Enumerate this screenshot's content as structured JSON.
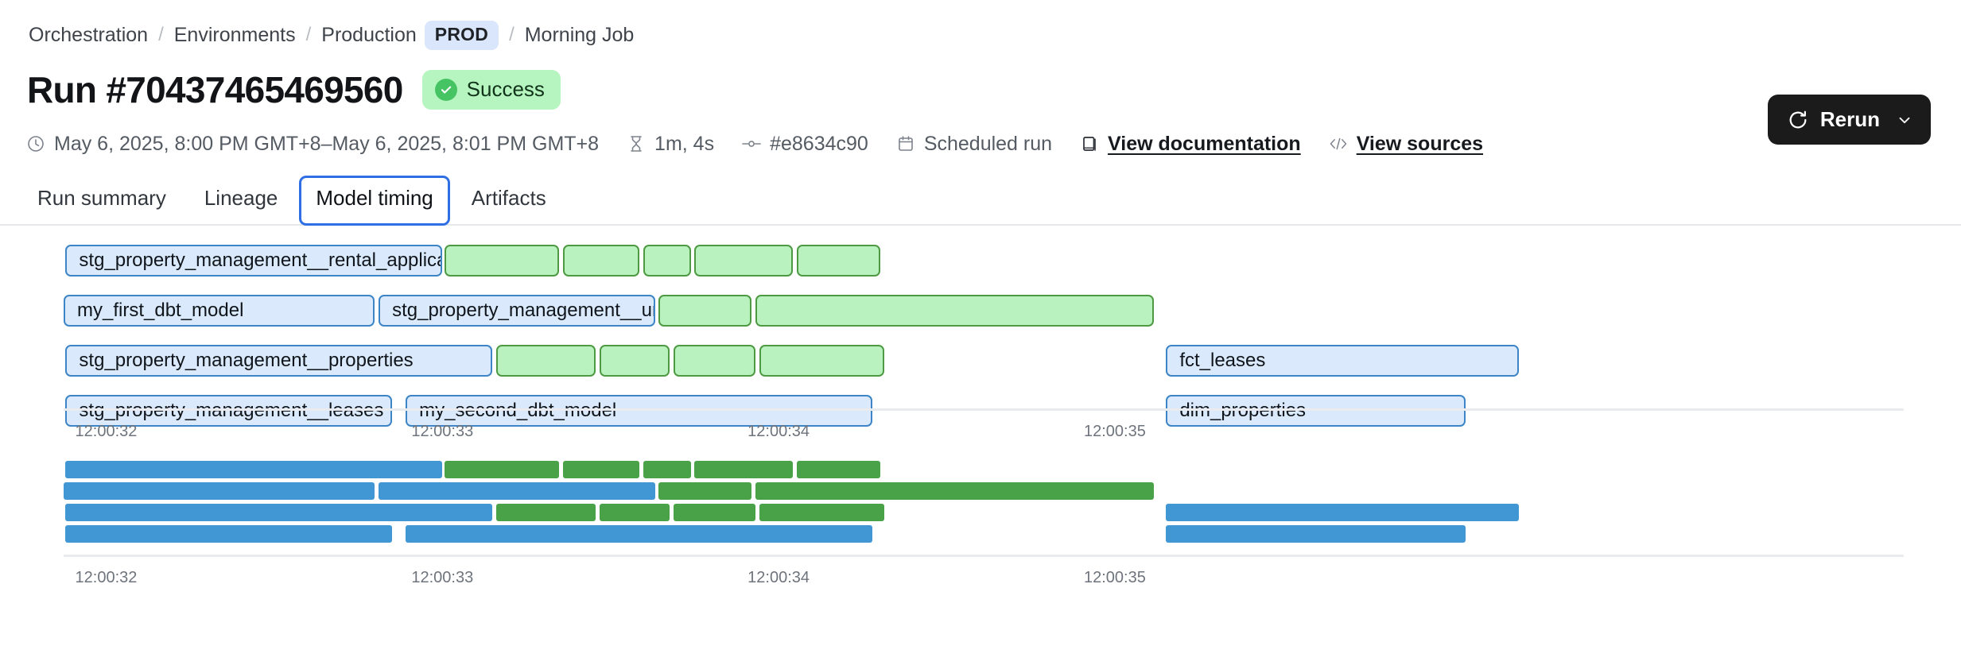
{
  "breadcrumb": {
    "items": [
      {
        "label": "Orchestration",
        "type": "link"
      },
      {
        "label": "Environments",
        "type": "link"
      },
      {
        "label": "Production",
        "type": "link"
      },
      {
        "label": "PROD",
        "type": "badge"
      },
      {
        "label": "Morning Job",
        "type": "link"
      }
    ],
    "separator": "/",
    "badge_bg": "#d9e6fb"
  },
  "header": {
    "title": "Run #70437465469560",
    "status": {
      "label": "Success",
      "icon": "check-circle-icon",
      "bg": "#b6f5bf",
      "dot": "#46c464"
    },
    "rerun": {
      "label": "Rerun",
      "icon": "refresh-icon",
      "caret": "chevron-down-icon",
      "bg": "#1b1b1b"
    }
  },
  "meta": [
    {
      "icon": "clock-icon",
      "label": "May 6, 2025, 8:00 PM GMT+8–May 6, 2025, 8:01 PM GMT+8",
      "link": false
    },
    {
      "icon": "hourglass-icon",
      "label": "1m, 4s",
      "link": false
    },
    {
      "icon": "commit-icon",
      "label": "#e8634c90",
      "link": false
    },
    {
      "icon": "calendar-icon",
      "label": "Scheduled run",
      "link": false
    },
    {
      "icon": "book-icon",
      "label": "View documentation",
      "link": true
    },
    {
      "icon": "code-icon",
      "label": "View sources",
      "link": true
    }
  ],
  "tabs": [
    {
      "label": "Run summary",
      "active": false
    },
    {
      "label": "Lineage",
      "active": false
    },
    {
      "label": "Model timing",
      "active": true
    },
    {
      "label": "Artifacts",
      "active": false
    }
  ],
  "chart_data": [
    {
      "type": "bar",
      "name": "model-timing-gantt",
      "title": "",
      "orientation": "horizontal-timeline",
      "xlabel": "",
      "ylabel": "",
      "grid": false,
      "legend": null,
      "axis_ticks": [
        "12:00:32",
        "12:00:33",
        "12:00:34",
        "12:00:35"
      ],
      "axis_tick_positions_pct": [
        2.2,
        19.6,
        37.0,
        54.4
      ],
      "colors": {
        "model": "#daeafc",
        "model_border": "#3d85c6",
        "test": "#b9f2bf",
        "test_border": "#4e9a43"
      },
      "rows": [
        {
          "index": 0,
          "segments": [
            {
              "label": "stg_property_management__rental_applications",
              "kind": "model",
              "start_pct": 0.1,
              "width_pct": 19.5
            },
            {
              "label": "",
              "kind": "test",
              "start_pct": 19.7,
              "width_pct": 5.95
            },
            {
              "label": "",
              "kind": "test",
              "start_pct": 25.85,
              "width_pct": 3.95
            },
            {
              "label": "",
              "kind": "test",
              "start_pct": 30.0,
              "width_pct": 2.45
            },
            {
              "label": "",
              "kind": "test",
              "start_pct": 32.65,
              "width_pct": 5.1
            },
            {
              "label": "",
              "kind": "test",
              "start_pct": 37.95,
              "width_pct": 4.3
            }
          ]
        },
        {
          "index": 1,
          "segments": [
            {
              "label": "my_first_dbt_model",
              "kind": "model",
              "start_pct": 0.0,
              "width_pct": 16.1
            },
            {
              "label": "stg_property_management__units",
              "kind": "model",
              "start_pct": 16.3,
              "width_pct": 14.3
            },
            {
              "label": "",
              "kind": "test",
              "start_pct": 30.8,
              "width_pct": 4.8
            },
            {
              "label": "",
              "kind": "test",
              "start_pct": 35.8,
              "width_pct": 20.6
            }
          ]
        },
        {
          "index": 2,
          "segments": [
            {
              "label": "stg_property_management__properties",
              "kind": "model",
              "start_pct": 0.1,
              "width_pct": 22.1
            },
            {
              "label": "",
              "kind": "test",
              "start_pct": 22.4,
              "width_pct": 5.15
            },
            {
              "label": "",
              "kind": "test",
              "start_pct": 27.75,
              "width_pct": 3.6
            },
            {
              "label": "",
              "kind": "test",
              "start_pct": 31.55,
              "width_pct": 4.25
            },
            {
              "label": "",
              "kind": "test",
              "start_pct": 36.0,
              "width_pct": 6.45
            },
            {
              "label": "fct_leases",
              "kind": "model",
              "start_pct": 57.05,
              "width_pct": 18.25
            }
          ]
        },
        {
          "index": 3,
          "segments": [
            {
              "label": "stg_property_management__leases",
              "kind": "model",
              "start_pct": 0.1,
              "width_pct": 16.9
            },
            {
              "label": "my_second_dbt_model",
              "kind": "model",
              "start_pct": 17.7,
              "width_pct": 24.15
            },
            {
              "label": "dim_properties",
              "kind": "model",
              "start_pct": 57.05,
              "width_pct": 15.5
            }
          ]
        }
      ]
    },
    {
      "type": "bar",
      "name": "model-timing-flame",
      "title": "",
      "orientation": "horizontal-timeline",
      "xlabel": "",
      "ylabel": "",
      "grid": false,
      "legend": null,
      "axis_ticks": [
        "12:00:32",
        "12:00:33",
        "12:00:34",
        "12:00:35"
      ],
      "axis_tick_positions_pct": [
        2.2,
        19.6,
        37.0,
        54.4
      ],
      "colors": {
        "model": "#4197d3",
        "test": "#4aa248"
      },
      "rows": [
        {
          "index": 0,
          "segments": [
            {
              "kind": "model",
              "start_pct": 0.1,
              "width_pct": 19.5
            },
            {
              "kind": "test",
              "start_pct": 19.7,
              "width_pct": 5.95
            },
            {
              "kind": "test",
              "start_pct": 25.85,
              "width_pct": 3.95
            },
            {
              "kind": "test",
              "start_pct": 30.0,
              "width_pct": 2.45
            },
            {
              "kind": "test",
              "start_pct": 32.65,
              "width_pct": 5.1
            },
            {
              "kind": "test",
              "start_pct": 37.95,
              "width_pct": 4.3
            }
          ]
        },
        {
          "index": 1,
          "segments": [
            {
              "kind": "model",
              "start_pct": 0.0,
              "width_pct": 16.1
            },
            {
              "kind": "model",
              "start_pct": 16.3,
              "width_pct": 14.3
            },
            {
              "kind": "test",
              "start_pct": 30.8,
              "width_pct": 4.8
            },
            {
              "kind": "test",
              "start_pct": 35.8,
              "width_pct": 20.6
            }
          ]
        },
        {
          "index": 2,
          "segments": [
            {
              "kind": "model",
              "start_pct": 0.1,
              "width_pct": 22.1
            },
            {
              "kind": "test",
              "start_pct": 22.4,
              "width_pct": 5.15
            },
            {
              "kind": "test",
              "start_pct": 27.75,
              "width_pct": 3.6
            },
            {
              "kind": "test",
              "start_pct": 31.55,
              "width_pct": 4.25
            },
            {
              "kind": "test",
              "start_pct": 36.0,
              "width_pct": 6.45
            },
            {
              "kind": "model",
              "start_pct": 57.05,
              "width_pct": 18.25
            }
          ]
        },
        {
          "index": 3,
          "segments": [
            {
              "kind": "model",
              "start_pct": 0.1,
              "width_pct": 16.9
            },
            {
              "kind": "model",
              "start_pct": 17.7,
              "width_pct": 24.15
            },
            {
              "kind": "model",
              "start_pct": 57.05,
              "width_pct": 15.5
            }
          ]
        }
      ]
    }
  ]
}
